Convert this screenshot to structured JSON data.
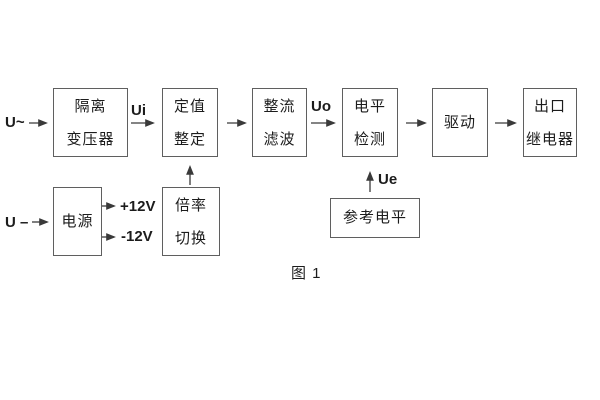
{
  "figure": {
    "caption": "图 1",
    "blocks": [
      {
        "name": "isolation-transformer",
        "lines": [
          "隔离",
          "变压器"
        ]
      },
      {
        "name": "setting-adjustment",
        "lines": [
          "定值",
          "整定"
        ]
      },
      {
        "name": "rectifier-filter",
        "lines": [
          "整流",
          "滤波"
        ]
      },
      {
        "name": "level-detector",
        "lines": [
          "电平",
          "检测"
        ]
      },
      {
        "name": "driver",
        "lines": [
          "驱动"
        ]
      },
      {
        "name": "output-relay",
        "lines": [
          "出口",
          "继电器"
        ]
      },
      {
        "name": "power-supply",
        "lines": [
          "电源"
        ]
      },
      {
        "name": "ratio-switch",
        "lines": [
          "倍率",
          "切换"
        ]
      },
      {
        "name": "reference-level",
        "lines": [
          "参考电平"
        ]
      }
    ],
    "signals": {
      "ac_input": "U~",
      "dc_input": "U –",
      "ui": "Ui",
      "uo": "Uo",
      "ue": "Ue",
      "plus_12v": "+12V",
      "minus_12v": "-12V"
    },
    "colors": {
      "background": "#ffffff",
      "line": "#3a3a3a",
      "box_border": "#5f5f5f",
      "text": "#1c1c1c"
    }
  }
}
